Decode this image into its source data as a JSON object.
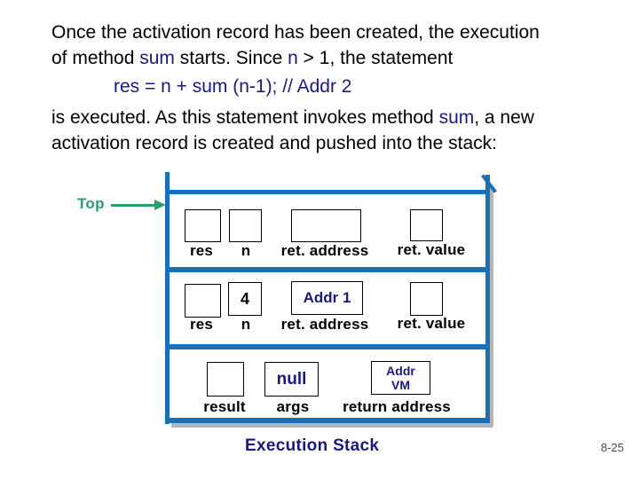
{
  "paragraph": {
    "line1": "Once the activation record has been created, the execution",
    "line2_pre": "of method ",
    "line2_sum": "sum",
    "line2_mid": " starts. Since ",
    "line2_n": "n",
    "line2_post": " > 1, the statement",
    "line3": "res = n + sum (n-1); // Addr 2",
    "line4_pre": "is executed. As this statement invokes method ",
    "line4_sum": "sum",
    "line4_post": ", a new",
    "line5": "activation record is created and pushed into the stack:"
  },
  "stack": {
    "top_pointer_label": "Top",
    "caption": "Execution Stack",
    "records": [
      {
        "cells": [
          {
            "label": "res",
            "value": ""
          },
          {
            "label": "n",
            "value": ""
          },
          {
            "label": "ret. address",
            "value": ""
          },
          {
            "label": "ret. value",
            "value": ""
          }
        ]
      },
      {
        "cells": [
          {
            "label": "res",
            "value": ""
          },
          {
            "label": "n",
            "value": "4"
          },
          {
            "label": "ret. address",
            "value": "Addr 1"
          },
          {
            "label": "ret. value",
            "value": ""
          }
        ]
      },
      {
        "cells": [
          {
            "label": "result",
            "value": ""
          },
          {
            "label": "args",
            "value": "null"
          },
          {
            "label": "return address",
            "value": "Addr VM"
          }
        ]
      }
    ]
  },
  "footer": {
    "page_number": "8-25"
  },
  "colors": {
    "stack_blue": "#1b6fb5",
    "pointer_green": "#2f9c6e",
    "navy_text": "#1a1a7c",
    "shadow_gray": "#b5b5b5"
  }
}
